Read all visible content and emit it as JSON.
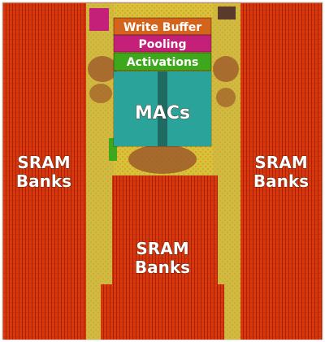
{
  "labels": {
    "left_sram": [
      "SRAM",
      "Banks"
    ],
    "right_sram": [
      "SRAM",
      "Banks"
    ],
    "bottom_sram": [
      "SRAM",
      "Banks"
    ],
    "write_buffer": "Write Buffer",
    "pooling": "Pooling",
    "activations": "Activations",
    "macs": "MACs"
  },
  "colors": {
    "sram": "#d8380c",
    "sram_line": "#a82008",
    "write_buffer": "#d4631c",
    "pooling": "#c4207a",
    "activations": "#3ea81c",
    "macs": "#2bb0a4",
    "logic": "#d8c23a"
  }
}
